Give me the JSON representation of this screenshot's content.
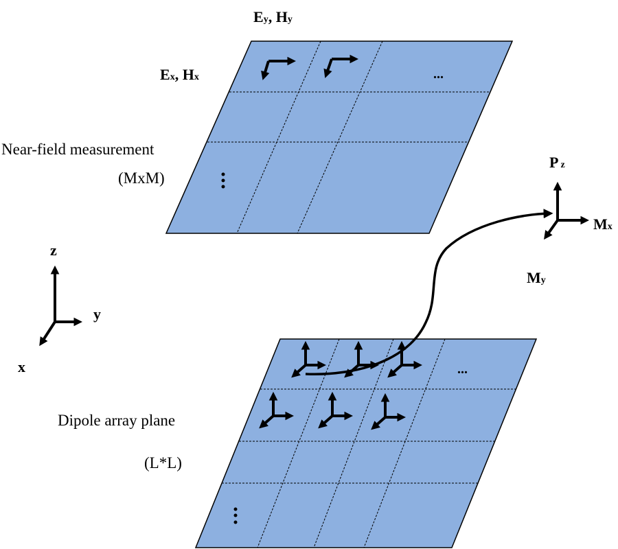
{
  "figure": {
    "top_plane": {
      "title": "Near-field measurement",
      "size_label": "(MxM)",
      "field_label_y": "Ey, Hy",
      "field_label_x": "Ex, Hx",
      "rows": 3,
      "cols": 3,
      "ellipsis_horizontal": "...",
      "ellipsis_vertical": "⋮"
    },
    "bottom_plane": {
      "title": "Dipole array plane",
      "size_label": "(L*L)",
      "rows": 4,
      "cols": 4,
      "ellipsis_horizontal": "...",
      "ellipsis_vertical": "⋮",
      "dipole_triads_shown": 6
    },
    "axes": {
      "z_label": "z",
      "y_label": "y",
      "x_label": "x"
    },
    "dipole_detail": {
      "pz_label": "P",
      "pz_sub": "z",
      "mx_label": "M",
      "mx_sub": "x",
      "my_label": "M",
      "my_sub": "y"
    },
    "field_labels": {
      "ey_main": "E",
      "ey_sub": "y",
      "hy_main": "H",
      "hy_sub": "y",
      "ex_main": "E",
      "ex_sub": "x",
      "hx_main": "H",
      "hx_sub": "x"
    },
    "colors": {
      "plane_fill": "#8db0e0",
      "stroke": "#000000",
      "background": "#ffffff"
    }
  }
}
